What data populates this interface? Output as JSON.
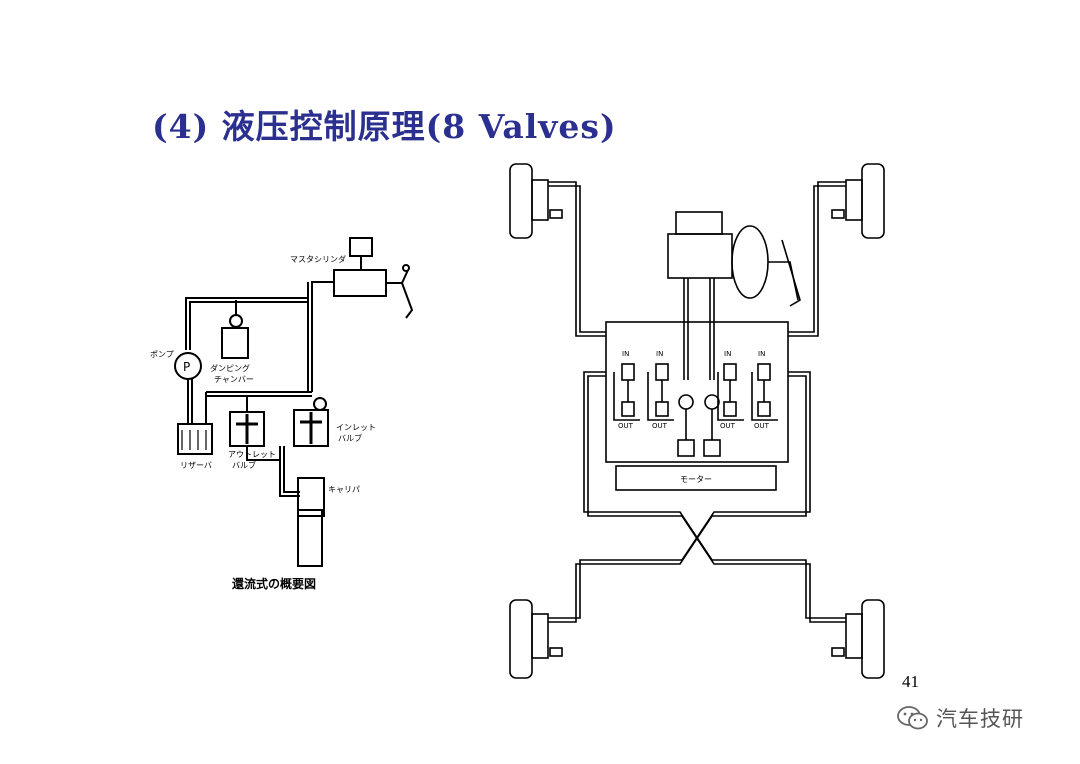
{
  "slide": {
    "title": "(4) 液压控制原理(8 Valves)",
    "page_number": "41"
  },
  "left_diagram": {
    "caption": "還流式の概要図",
    "labels": {
      "master_cylinder": "マスタシリンダ",
      "pump": "ポンプ",
      "pump_symbol": "P",
      "damping_chamber_1": "ダンピング",
      "damping_chamber_2": "チャンバー",
      "inlet_valve_1": "インレット",
      "inlet_valve_2": "バルブ",
      "outlet_valve_1": "アウトレット",
      "outlet_valve_2": "バルブ",
      "reservoir": "リザーバ",
      "caliper": "キャリパ"
    }
  },
  "right_diagram": {
    "inlet_label": "IN",
    "outlet_label": "OUT",
    "motor_label": "モーター"
  },
  "watermark": {
    "text": "汽车技研",
    "icon": "wechat-icon"
  }
}
